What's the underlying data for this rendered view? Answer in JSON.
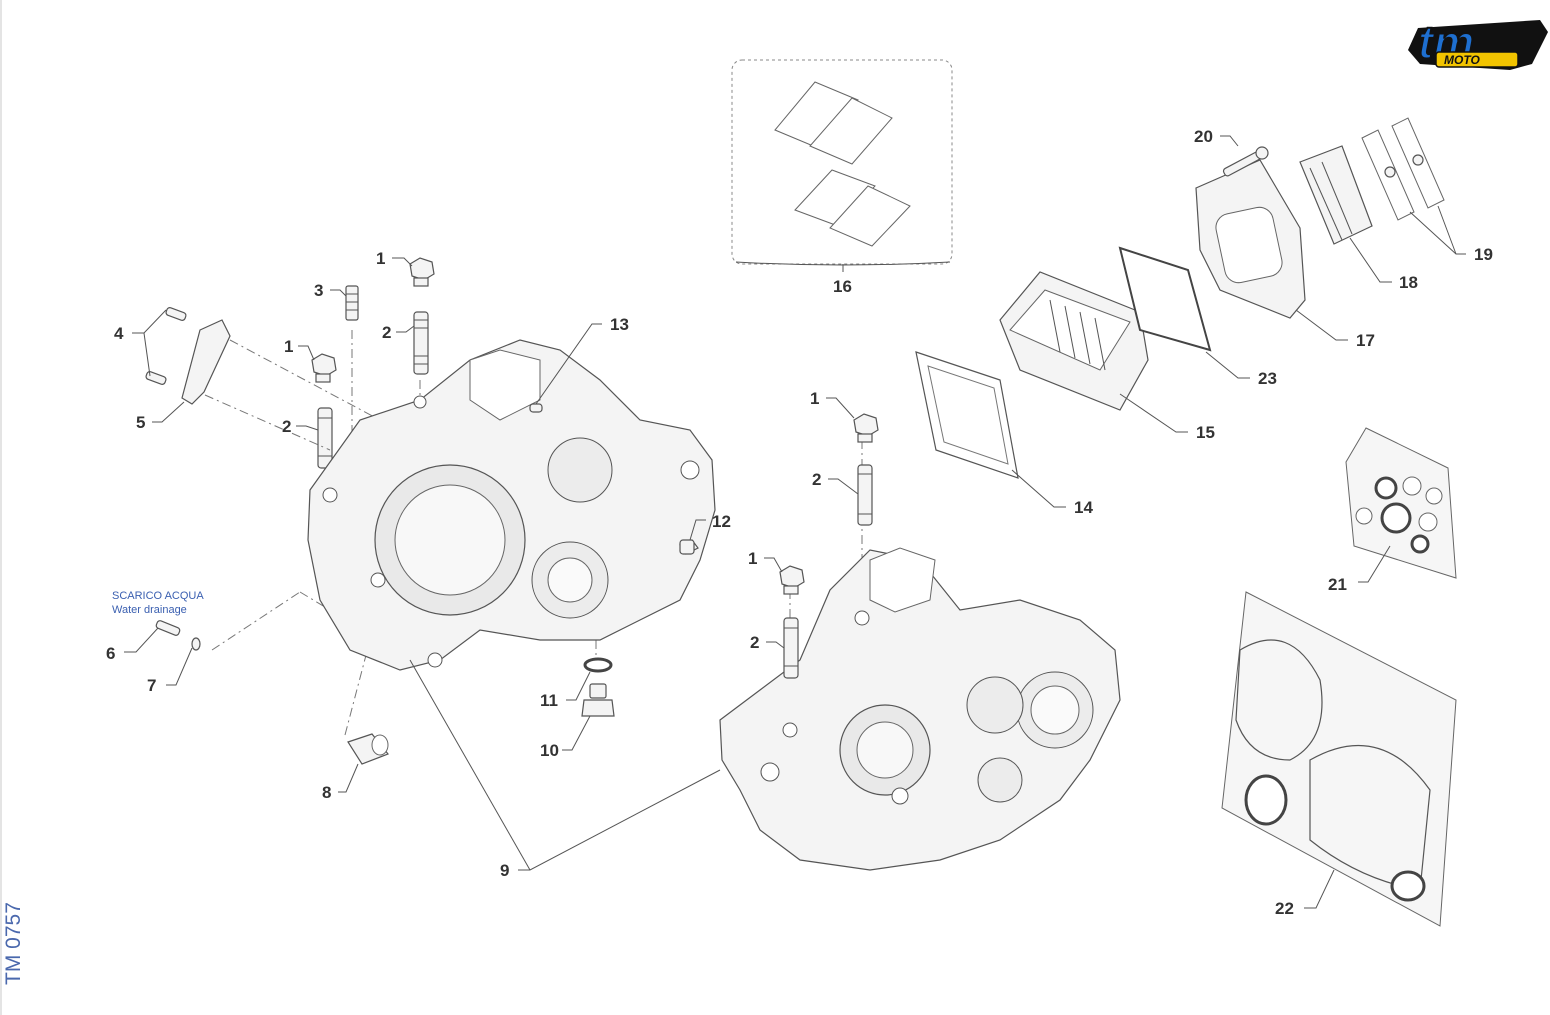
{
  "brand": {
    "logo_text": "tm",
    "logo_subtext": "MOTO",
    "primary_color": "#1e6fd0",
    "accent_color": "#f2c400",
    "outline_color": "#111111"
  },
  "document_id": "TM 0757",
  "annotation": {
    "line1": "SCARICO ACQUA",
    "line2": "Water drainage"
  },
  "callouts": {
    "c1a": "1",
    "c1b": "1",
    "c1c": "1",
    "c1d": "1",
    "c2a": "2",
    "c2b": "2",
    "c2c": "2",
    "c2d": "2",
    "c3": "3",
    "c4": "4",
    "c5": "5",
    "c6": "6",
    "c7": "7",
    "c8": "8",
    "c9": "9",
    "c10": "10",
    "c11": "11",
    "c12": "12",
    "c13": "13",
    "c14": "14",
    "c15": "15",
    "c16": "16",
    "c17": "17",
    "c18": "18",
    "c19": "19",
    "c20": "20",
    "c21": "21",
    "c22": "22",
    "c23": "23"
  },
  "colors": {
    "line": "#555555",
    "text": "#333333",
    "note": "#3a5fb0"
  }
}
